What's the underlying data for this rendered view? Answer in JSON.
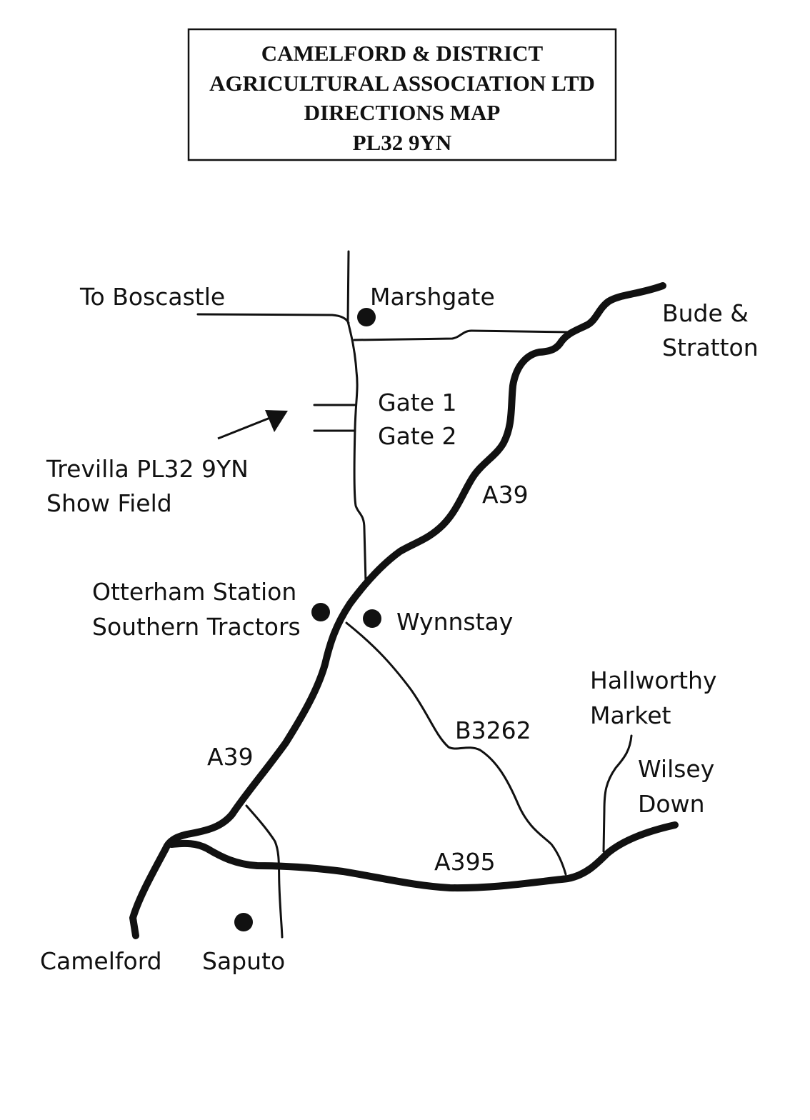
{
  "title": {
    "lines": [
      "CAMELFORD & DISTRICT",
      "AGRICULTURAL ASSOCIATION LTD",
      "DIRECTIONS MAP",
      "PL32 9YN"
    ]
  },
  "labels": {
    "to_boscastle": "To Boscastle",
    "marshgate": "Marshgate",
    "bude_1": "Bude &",
    "bude_2": "Stratton",
    "gate1": "Gate 1",
    "gate2": "Gate 2",
    "trevilla_1": "Trevilla PL32 9YN",
    "trevilla_2": "Show Field",
    "a39_north": "A39",
    "otterham_1": "Otterham Station",
    "otterham_2": "Southern Tractors",
    "wynnstay": "Wynnstay",
    "hallworthy_1": "Hallworthy",
    "hallworthy_2": "Market",
    "b3262": "B3262",
    "wilsey_1": "Wilsey",
    "wilsey_2": "Down",
    "a39_south": "A39",
    "a395": "A395",
    "camelford": "Camelford",
    "saputo": "Saputo"
  }
}
